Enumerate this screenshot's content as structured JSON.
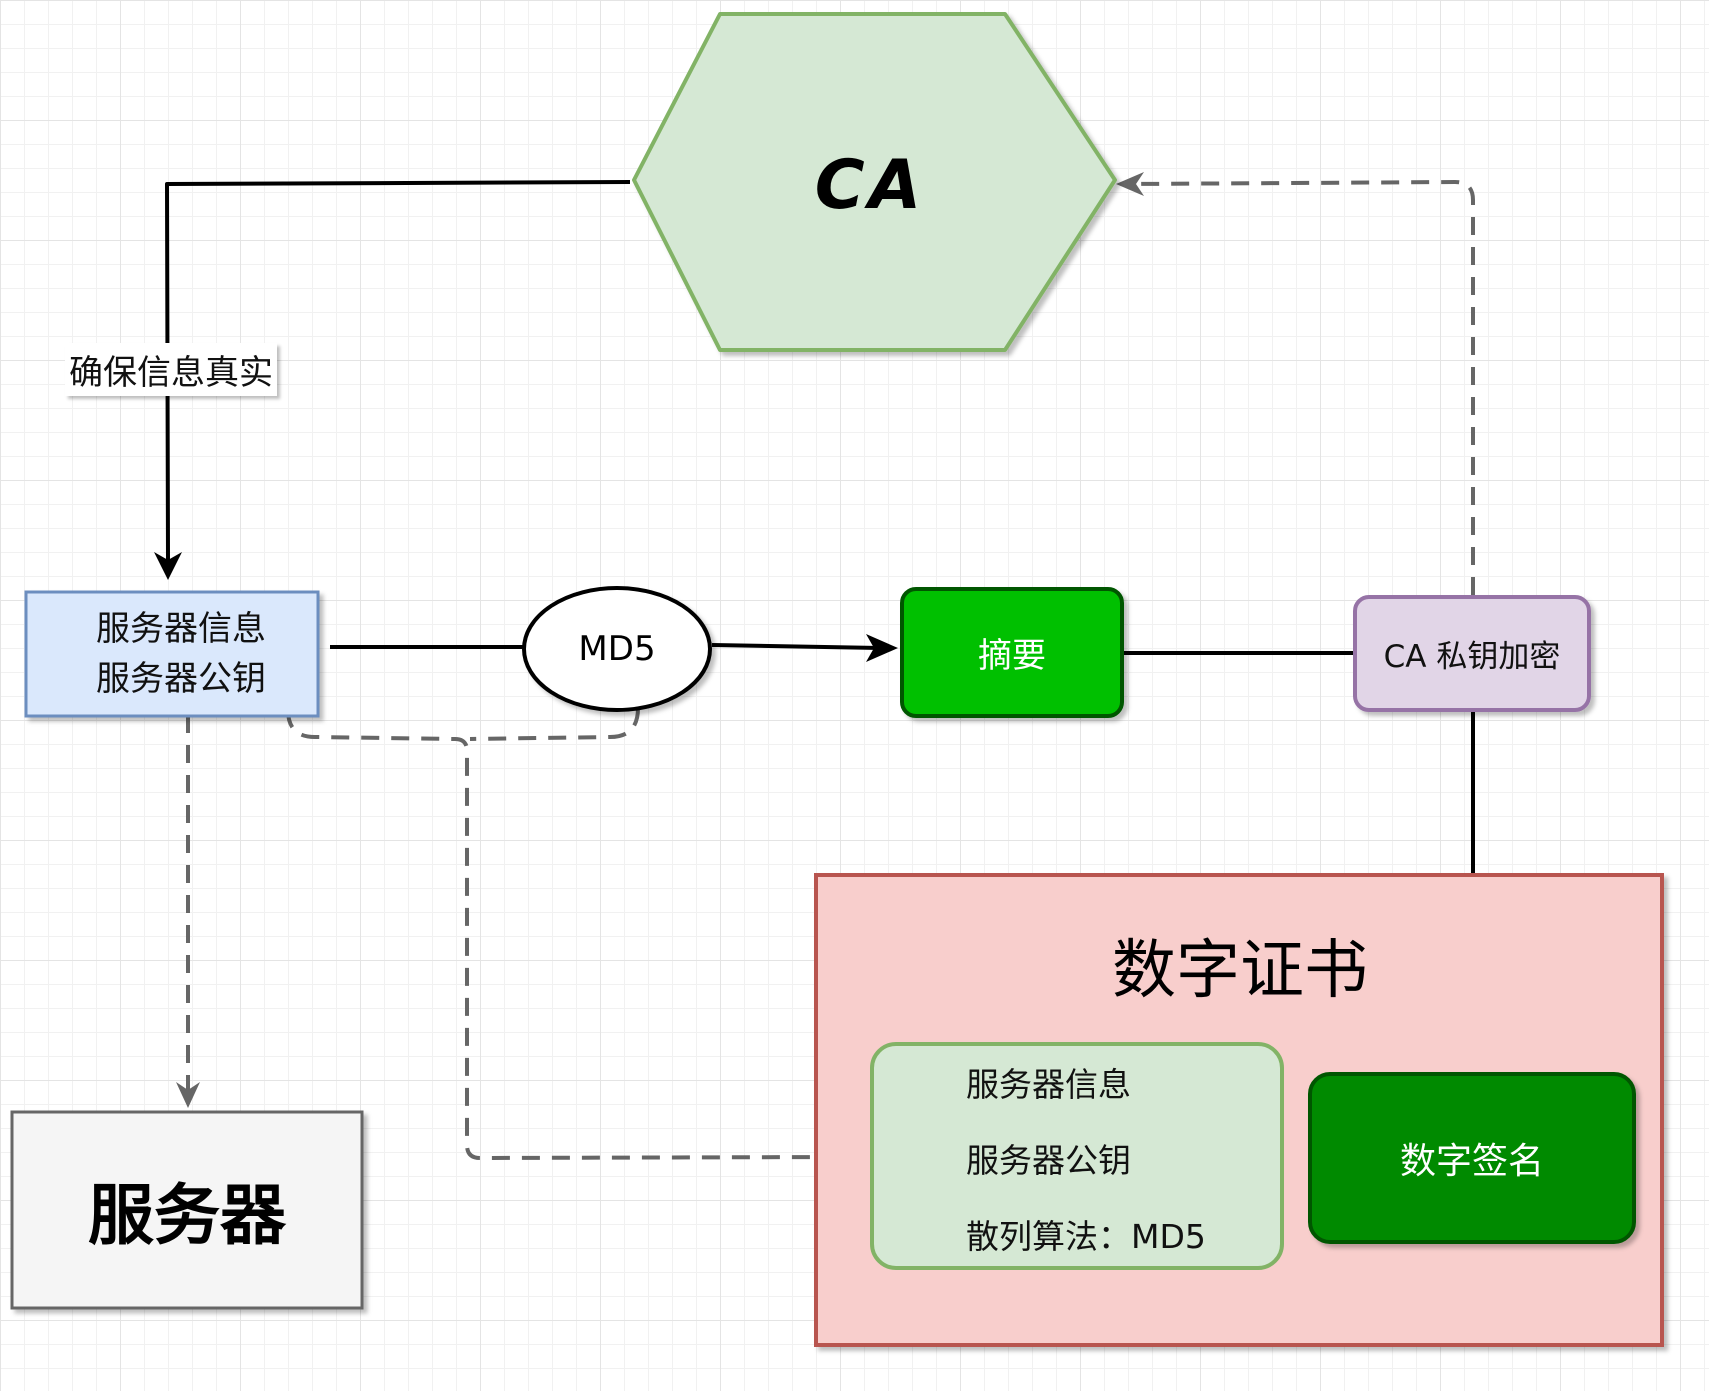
{
  "nodes": {
    "ca": {
      "label": "CA"
    },
    "server_info": {
      "line1": "服务器信息",
      "line2": "服务器公钥"
    },
    "md5": {
      "label": "MD5"
    },
    "digest": {
      "label": "摘要"
    },
    "ca_encrypt": {
      "label": "CA 私钥加密"
    },
    "server": {
      "label": "服务器"
    },
    "certificate": {
      "title": "数字证书",
      "content_lines": [
        "服务器信息",
        "服务器公钥",
        "散列算法：MD5"
      ],
      "signature": "数字签名"
    }
  },
  "edges": {
    "ca_to_server_info": {
      "label": "确保信息真实"
    }
  },
  "colors": {
    "ca_fill": "#d5e8d4",
    "ca_stroke": "#82b366",
    "info_fill": "#dae8fc",
    "info_stroke": "#6c8ebf",
    "digest_fill": "#00c000",
    "digest_stroke": "#005700",
    "encrypt_fill": "#e1d5e7",
    "encrypt_stroke": "#9673a6",
    "cert_fill": "#f8cecc",
    "cert_stroke": "#b85450",
    "signature_fill": "#008a00",
    "signature_stroke": "#005700",
    "server_fill": "#f5f5f5",
    "server_stroke": "#666666",
    "dashed": "#666666"
  }
}
